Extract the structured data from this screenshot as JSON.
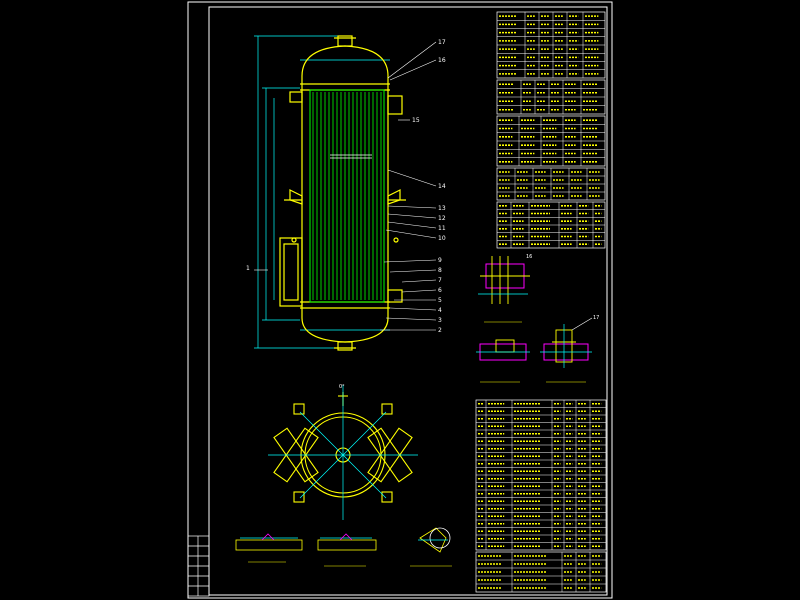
{
  "colors": {
    "background": "#000000",
    "frame": "#ffffff",
    "vessel": "#ffff00",
    "tubes": "#00ff00",
    "dimension": "#00ffff",
    "pad": "#ff00ff",
    "table_text": "#ffff00"
  },
  "callouts": [
    {
      "text": "1"
    },
    {
      "text": "2"
    },
    {
      "text": "3"
    },
    {
      "text": "4"
    },
    {
      "text": "5"
    },
    {
      "text": "6"
    },
    {
      "text": "7"
    },
    {
      "text": "8"
    },
    {
      "text": "9"
    },
    {
      "text": "10"
    },
    {
      "text": "11"
    },
    {
      "text": "12"
    },
    {
      "text": "13"
    },
    {
      "text": "14"
    },
    {
      "text": "15"
    },
    {
      "text": "16"
    },
    {
      "text": "17"
    }
  ],
  "detail_views": {
    "detail_a": {
      "number": "16"
    },
    "detail_b": {
      "number": "17"
    }
  },
  "plan_view": {
    "orientation_mark": "0°"
  }
}
